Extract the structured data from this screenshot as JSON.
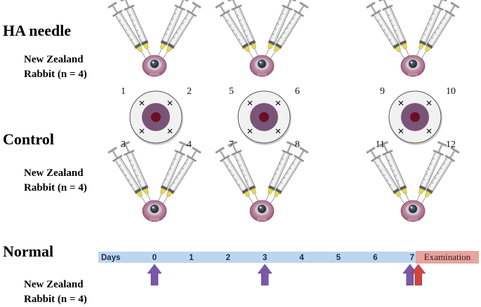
{
  "groups": [
    {
      "title": "HA needle",
      "subtitle_line1": "New Zealand",
      "subtitle_line2": "Rabbit (n = 4)"
    },
    {
      "title": "Control",
      "subtitle_line1": "New Zealand",
      "subtitle_line2": "Rabbit (n = 4)"
    },
    {
      "title": "Normal",
      "subtitle_line1": "New Zealand",
      "subtitle_line2": "Rabbit (n = 4)"
    }
  ],
  "injection_sites": [
    {
      "labels": [
        "1",
        "2",
        "3",
        "4"
      ]
    },
    {
      "labels": [
        "5",
        "6",
        "7",
        "8"
      ]
    },
    {
      "labels": [
        "9",
        "10",
        "11",
        "12"
      ]
    }
  ],
  "timeline": {
    "start_label": "Days",
    "days": [
      "0",
      "1",
      "2",
      "3",
      "4",
      "5",
      "6",
      "7"
    ],
    "end_label": "Examination",
    "injection_days": [
      0,
      3,
      7
    ],
    "examination_day": 7
  },
  "colors": {
    "timeline_bar": "#bcd6ef",
    "examination_box": "#e8a39f",
    "injection_arrow": "#7b58a6",
    "examination_arrow": "#d4433b",
    "iris": "#7a5476",
    "pupil": "#6b0e27",
    "sclera": "#f1f1f1"
  }
}
